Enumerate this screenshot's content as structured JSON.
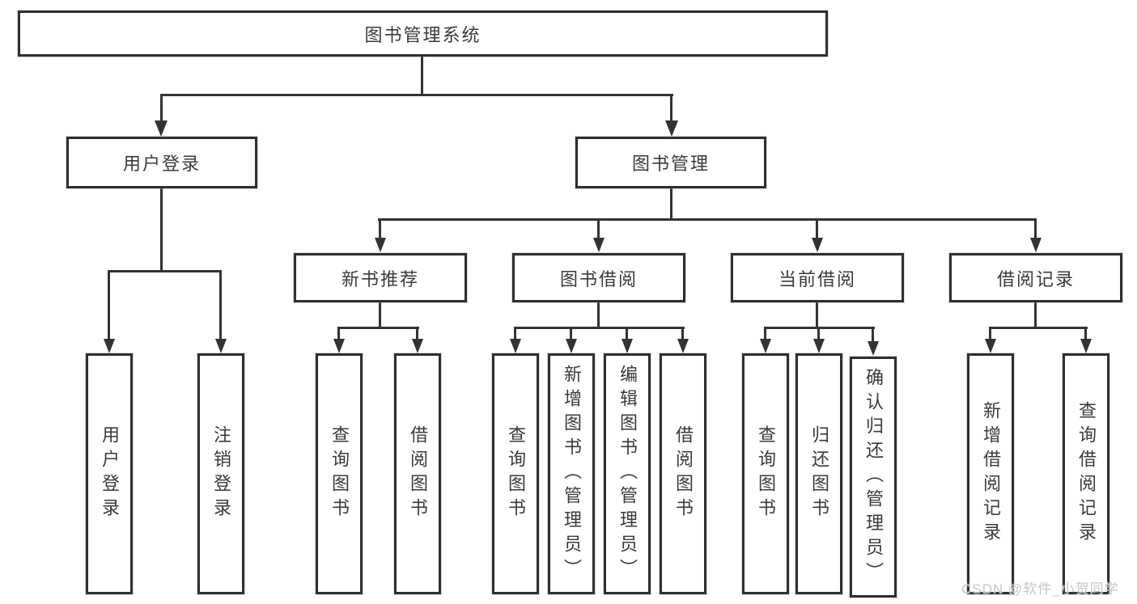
{
  "title": {
    "label": "图书管理系统"
  },
  "level2": [
    {
      "label": "用户登录"
    },
    {
      "label": "图书管理"
    }
  ],
  "level3": [
    {
      "label": "新书推荐"
    },
    {
      "label": "图书借阅"
    },
    {
      "label": "当前借阅"
    },
    {
      "label": "借阅记录"
    }
  ],
  "leaves": {
    "user_login": [
      "用户登录",
      "注销登录"
    ],
    "new_book": [
      "查询图书",
      "借阅图书"
    ],
    "book_borrow": [
      "查询图书",
      "新增图书（管理员）",
      "编辑图书（管理员）",
      "借阅图书"
    ],
    "current_borrow": [
      "查询图书",
      "归还图书",
      "确认归还（管理员）"
    ],
    "borrow_record": [
      "新增借阅记录",
      "查询借阅记录"
    ]
  },
  "watermark": {
    "text": "CSDN @软件_小贺同学"
  },
  "colors": {
    "background": "#ffffff",
    "border": "#2f2f2f",
    "line": "#333333",
    "text": "#3a3a3a",
    "watermark": "#c7c7c7"
  }
}
